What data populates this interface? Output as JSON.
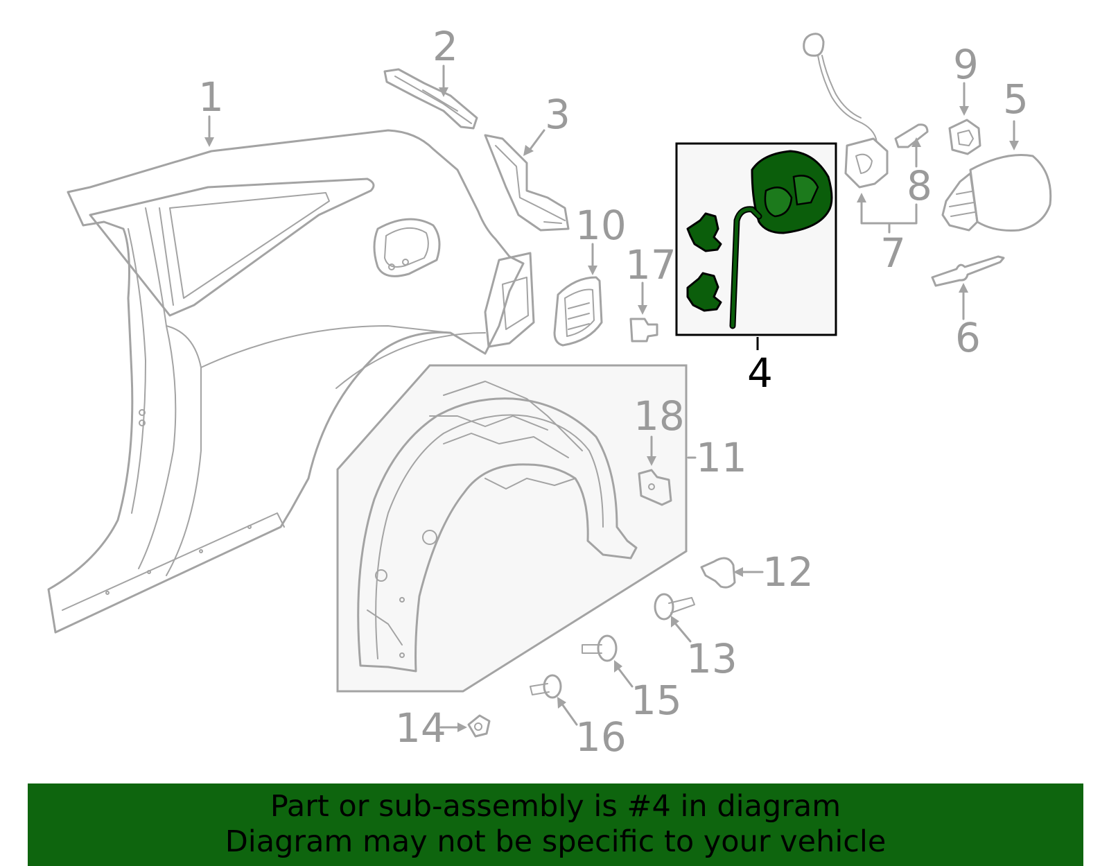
{
  "diagram": {
    "highlighted_part": "4",
    "callouts": {
      "c1": "1",
      "c2": "2",
      "c3": "3",
      "c4": "4",
      "c5": "5",
      "c6": "6",
      "c7": "7",
      "c8": "8",
      "c9": "9",
      "c10": "10",
      "c11": "11",
      "c12": "12",
      "c13": "13",
      "c14": "14",
      "c15": "15",
      "c16": "16",
      "c17": "17",
      "c18": "18"
    }
  },
  "banner": {
    "line1": "Part or sub-assembly is #4 in diagram",
    "line2": "Diagram may not be specific to your vehicle"
  },
  "colors": {
    "highlight_green": "#0e650e",
    "part_green": "#0b5e0b",
    "line_gray": "#a3a3a3",
    "label_gray": "#9a9a9a"
  }
}
